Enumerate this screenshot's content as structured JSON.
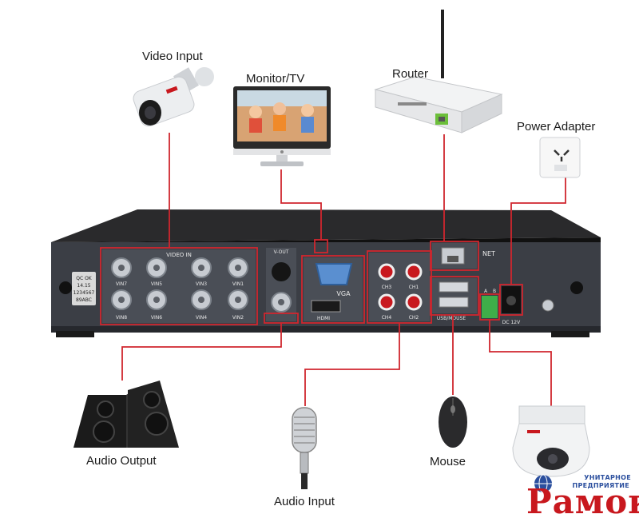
{
  "labels": {
    "video_input": "Video Input",
    "monitor_tv": "Monitor/TV",
    "router": "Router",
    "power_adapter": "Power Adapter",
    "audio_output": "Audio Output",
    "audio_input": "Audio Input",
    "mouse": "Mouse"
  },
  "panel": {
    "video_in": "VIDEO IN",
    "v_out": "V-OUT",
    "vga": "VGA",
    "hdmi": "HDMI",
    "net": "NET",
    "usb_mouse": "USB/MOUSE",
    "dc": "DC 12V",
    "qc_lines": [
      "QC OK",
      "14.15",
      "1234567",
      "89ABC"
    ],
    "bnc_top": [
      "VIN7",
      "VIN5",
      "VIN3",
      "VIN1"
    ],
    "bnc_bottom": [
      "VIN8",
      "VIN6",
      "VIN4",
      "VIN2"
    ],
    "rca_labels": [
      "CH3",
      "CH1",
      "CH4",
      "CH2"
    ],
    "terminal": [
      "A",
      "B"
    ]
  },
  "watermark": {
    "line1": "УНИТАРНОЕ",
    "line2": "ПРЕДПРИЯТИЕ",
    "word": "Рамок"
  },
  "colors": {
    "connector_line": "#d0262e",
    "dvr_body": "#1c1c1e",
    "panel": "#3a3d44",
    "brand_red": "#c8181e",
    "brand_blue": "#2b4f9e"
  }
}
